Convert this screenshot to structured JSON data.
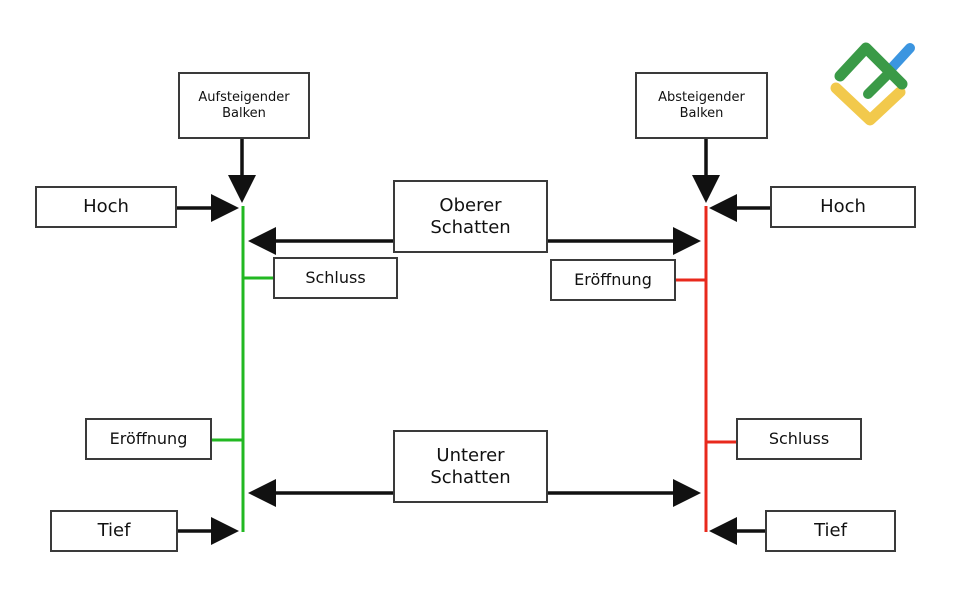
{
  "diagram": {
    "title": "Bar chart anatomy (OHLC)",
    "colors": {
      "bullish": "#22b822",
      "bearish": "#e8291c",
      "arrow": "#111111",
      "box_border": "#3a3a3a",
      "logo_green": "#3a9a47",
      "logo_blue": "#3b95e0",
      "logo_yellow": "#f2c94c"
    },
    "bullish_bar": {
      "header": "Aufsteigender\nBalken",
      "high": "Hoch",
      "close": "Schluss",
      "open": "Eröffnung",
      "low": "Tief"
    },
    "bearish_bar": {
      "header": "Absteigender\nBalken",
      "high": "Hoch",
      "open": "Eröffnung",
      "close": "Schluss",
      "low": "Tief"
    },
    "upper_shadow": "Oberer\nSchatten",
    "lower_shadow": "Unterer\nSchatten"
  }
}
